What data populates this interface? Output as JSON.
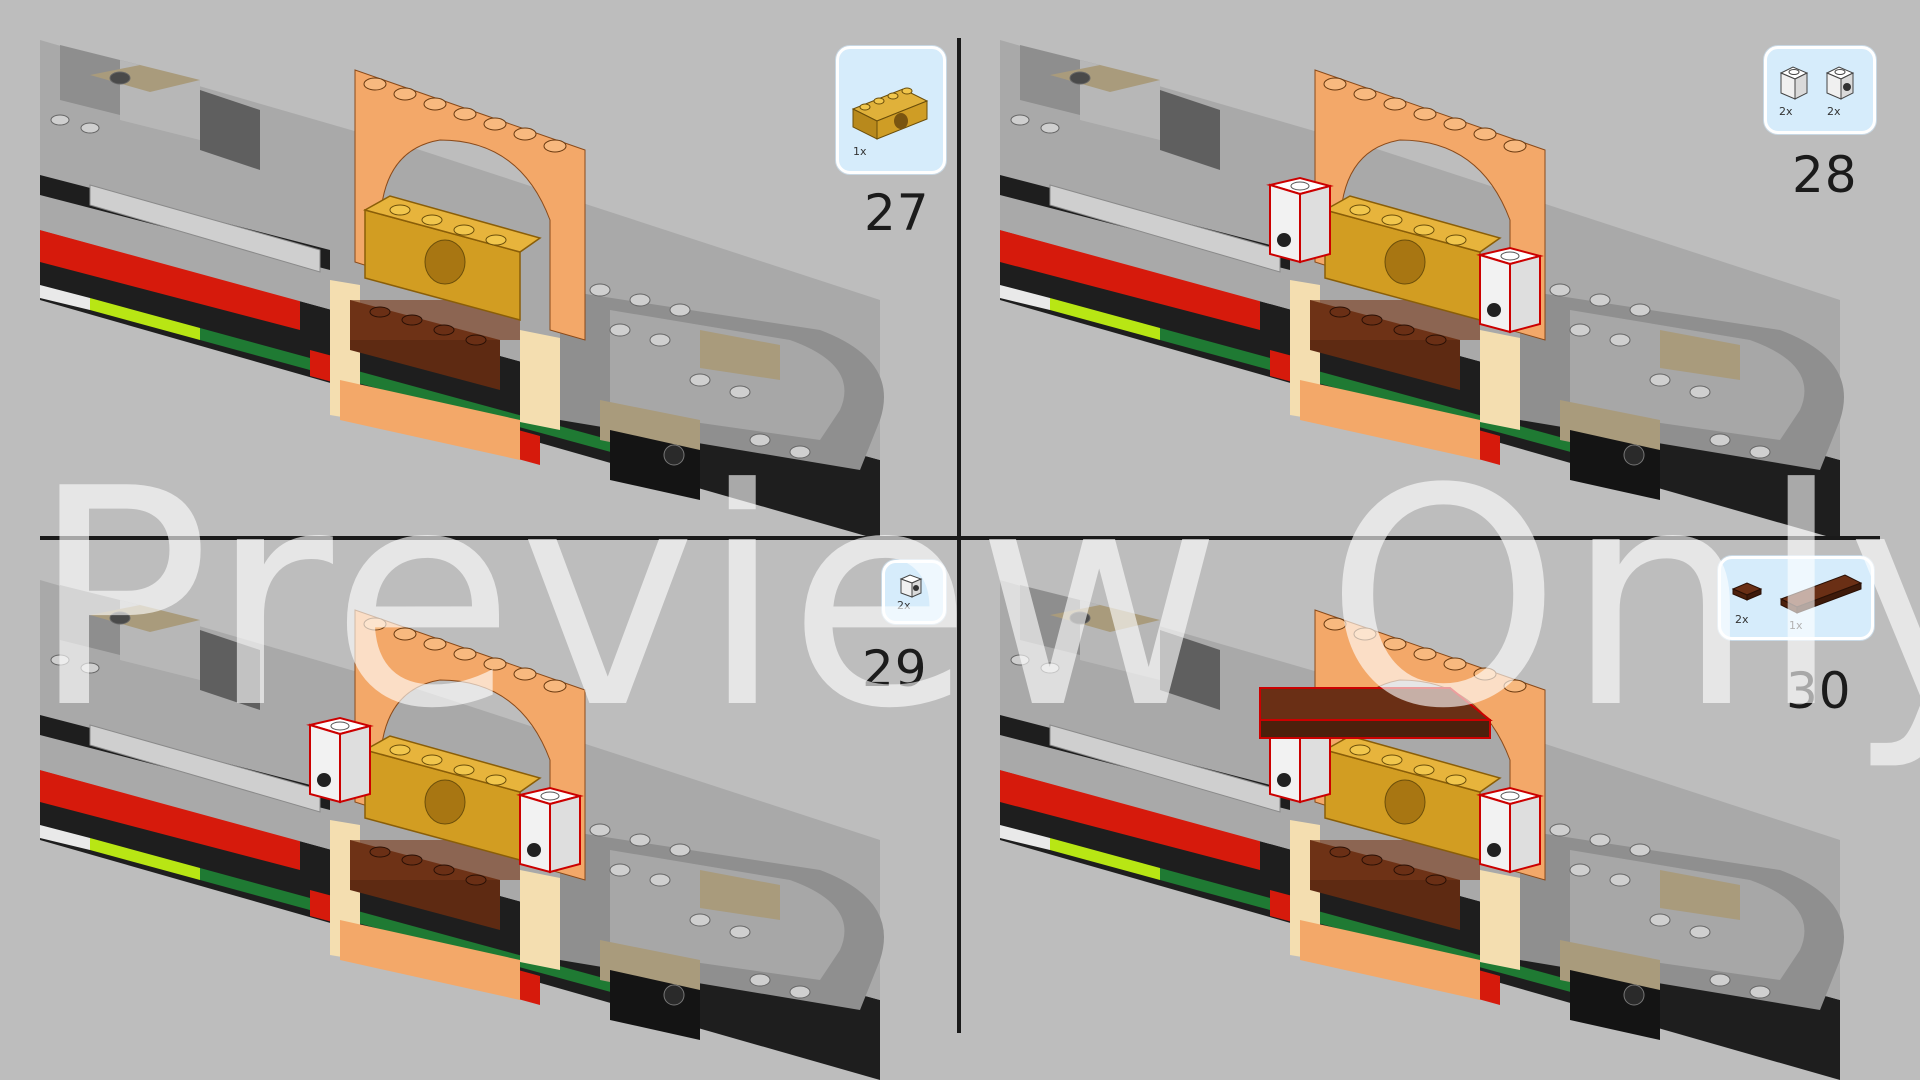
{
  "steps": [
    {
      "number": "27",
      "parts": [
        {
          "name": "tan-arch-brick-part",
          "qty": "1x"
        }
      ]
    },
    {
      "number": "28",
      "parts": [
        {
          "name": "white-brick-part",
          "qty": "2x"
        },
        {
          "name": "white-clip-brick-part",
          "qty": "2x"
        }
      ]
    },
    {
      "number": "29",
      "parts": [
        {
          "name": "white-clip-brick-part",
          "qty": "2x"
        }
      ]
    },
    {
      "number": "30",
      "parts": [
        {
          "name": "brown-plate-small-part",
          "qty": "2x"
        },
        {
          "name": "brown-plate-long-part",
          "qty": "1x"
        }
      ]
    }
  ],
  "watermark": "Preview Only",
  "colors": {
    "background": "#bdbdbd",
    "callout": "#d6ecfb",
    "arch": "#f3a869",
    "gold": "#d29d22",
    "brown": "#5e2a12",
    "red": "#d61a0c",
    "green": "#1f7a33",
    "lime": "#b8e614",
    "tan": "#a99b7c",
    "black": "#1e1e1e",
    "light_gray": "#a9a9a9",
    "dark_gray": "#5f5f5f"
  }
}
